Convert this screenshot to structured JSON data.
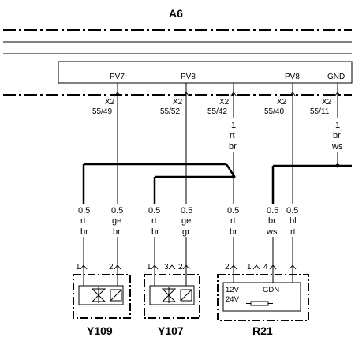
{
  "diagram": {
    "module_title": "A6",
    "module_pins": [
      {
        "id": "pv7",
        "label": "PV7",
        "conn": "X2",
        "pin": "55/49"
      },
      {
        "id": "pv8a",
        "label": "PV8",
        "conn": "X2",
        "pin": "55/52"
      },
      {
        "id": "blank",
        "label": "",
        "conn": "X2",
        "pin": "55/42"
      },
      {
        "id": "pv8b",
        "label": "PV8",
        "conn": "X2",
        "pin": "55/40"
      },
      {
        "id": "gnd",
        "label": "GND",
        "conn": "X2",
        "pin": "55/11"
      }
    ],
    "upper_wires": [
      {
        "id": "w4255",
        "size": "1",
        "color1": "rt",
        "color2": "br"
      },
      {
        "id": "w5511",
        "size": "1",
        "color1": "br",
        "color2": "ws"
      }
    ],
    "lower_wires": [
      {
        "id": "y109a",
        "size": "0.5",
        "color1": "rt",
        "color2": "br"
      },
      {
        "id": "y109b",
        "size": "0.5",
        "color1": "ge",
        "color2": "br"
      },
      {
        "id": "y107a",
        "size": "0.5",
        "color1": "rt",
        "color2": "br"
      },
      {
        "id": "y107b",
        "size": "0.5",
        "color1": "ge",
        "color2": "gr"
      },
      {
        "id": "r21a",
        "size": "0.5",
        "color1": "rt",
        "color2": "br"
      },
      {
        "id": "r21b",
        "size": "0.5",
        "color1": "br",
        "color2": "ws"
      },
      {
        "id": "r21c",
        "size": "0.5",
        "color1": "bl",
        "color2": "rt"
      }
    ],
    "component_pins": [
      "1",
      "2",
      "1",
      "3",
      "2",
      "2",
      "1",
      "4"
    ],
    "components": [
      {
        "id": "Y109",
        "label": "Y109"
      },
      {
        "id": "Y107",
        "label": "Y107"
      },
      {
        "id": "R21",
        "label": "R21",
        "text_12v": "12V",
        "text_24v": "24V",
        "text_gdn": "GDN"
      }
    ]
  }
}
